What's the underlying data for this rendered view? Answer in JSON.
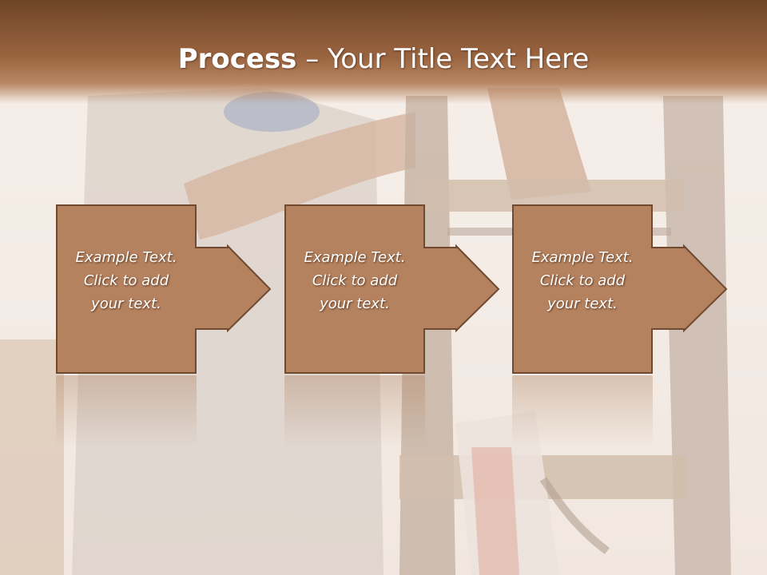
{
  "slide": {
    "title_bold": "Process",
    "title_rest": " – Your Title Text Here"
  },
  "steps": [
    {
      "text": "Example Text.\nClick  to add\nyour text."
    },
    {
      "text": "Example Text.\nClick  to add\nyour text."
    },
    {
      "text": "Example Text.\nClick  to add\nyour text."
    }
  ],
  "colors": {
    "title_bar": "#8b5a36",
    "step_fill": "#b5825f",
    "step_border": "#6f4a30"
  }
}
